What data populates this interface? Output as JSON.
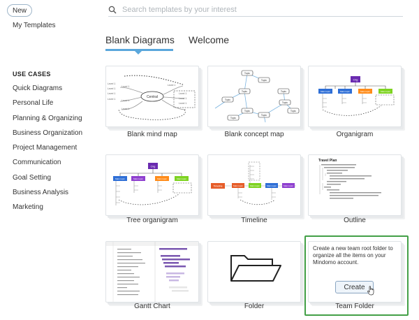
{
  "sidebar": {
    "new_label": "New",
    "my_templates": "My Templates",
    "section_title": "USE CASES",
    "items": [
      "Quick Diagrams",
      "Personal Life",
      "Planning & Organizing",
      "Business Organization",
      "Project Management",
      "Communication",
      "Goal Setting",
      "Business Analysis",
      "Marketing"
    ]
  },
  "search": {
    "placeholder": "Search templates by your interest"
  },
  "tabs": [
    {
      "label": "Blank Diagrams",
      "active": true
    },
    {
      "label": "Welcome",
      "active": false
    }
  ],
  "templates": [
    {
      "label": "Blank mind map",
      "central": "Central",
      "topic": "Level 1"
    },
    {
      "label": "Blank concept map",
      "topic": "Topic"
    },
    {
      "label": "Organigram",
      "org": "Org",
      "main": "Main topic"
    },
    {
      "label": "Tree organigram",
      "org": "Org",
      "main": "Main topic"
    },
    {
      "label": "Timeline",
      "title": "Timeline",
      "main": "Main topic"
    },
    {
      "label": "Outline",
      "title": "Travel Plan"
    },
    {
      "label": "Gantt Chart"
    },
    {
      "label": "Folder"
    },
    {
      "label": "Team Folder"
    }
  ],
  "team_folder": {
    "description": "Create a new team root folder to organize all the items on your Mindomo account.",
    "create_label": "Create"
  },
  "colors": {
    "accent": "#5aa7dc",
    "highlight_border": "#43a047",
    "org_purple": "#6a2bb0",
    "topic_blue": "#2f6fd6",
    "topic_green": "#7ed321",
    "topic_orange": "#e65c28"
  }
}
